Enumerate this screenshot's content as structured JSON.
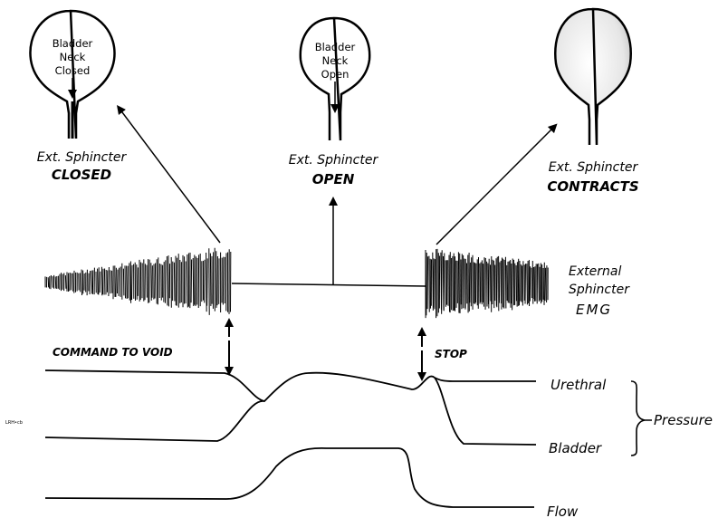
{
  "bladders": [
    {
      "lines": [
        "Bladder",
        "Neck",
        "Closed"
      ],
      "sphincter_line1": "Ext. Sphincter",
      "sphincter_line2": "CLOSED"
    },
    {
      "lines": [
        "Bladder",
        "Neck",
        "Open"
      ],
      "sphincter_line1": "Ext. Sphincter",
      "sphincter_line2": "OPEN"
    },
    {
      "lines": [],
      "sphincter_line1": "Ext. Sphincter",
      "sphincter_line2": "CONTRACTS"
    }
  ],
  "emg_label": [
    "External",
    "Sphincter",
    "EMG"
  ],
  "command_label": "COMMAND TO VOID",
  "stop_label": "STOP",
  "trace_labels": {
    "urethral": "Urethral",
    "bladder": "Bladder",
    "flow": "Flow",
    "pressure": "Pressure"
  },
  "small_mark": "LRH•cb",
  "colors": {
    "ink": "#000000",
    "background": "#ffffff"
  }
}
